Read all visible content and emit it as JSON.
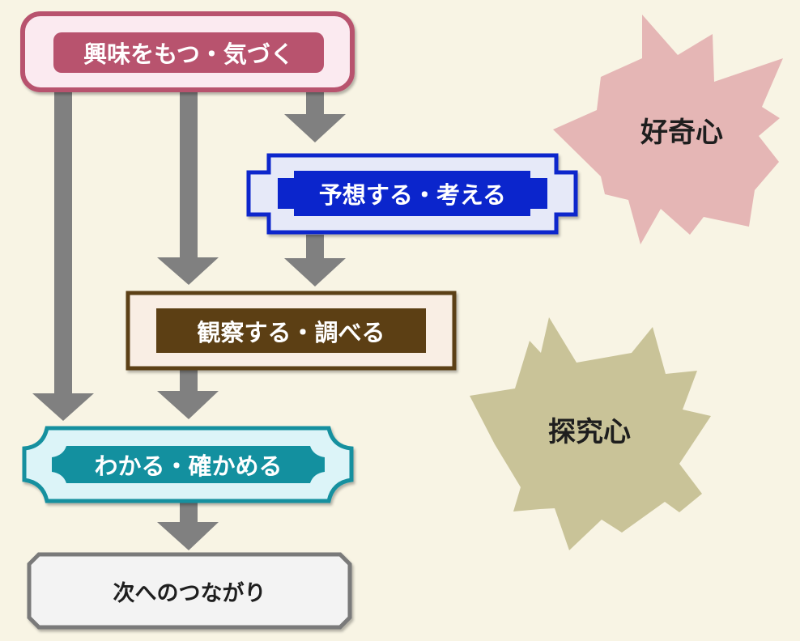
{
  "steps": {
    "interest": "興味をもつ・気づく",
    "predict": "予想する・考える",
    "observe": "観察する・調べる",
    "understand": "わかる・確かめる",
    "next": "次へのつながり"
  },
  "badges": {
    "curiosity": "好奇心",
    "inquiry": "探究心"
  },
  "colors": {
    "background": "#f8f4e4",
    "arrow": "#808080",
    "interest": "#b8536e",
    "predict": "#0b25cc",
    "observe": "#5c3f14",
    "understand": "#13909f",
    "next_border": "#7a7a7a",
    "curiosity_star": "#e5b6b5",
    "inquiry_star": "#c9c398"
  }
}
